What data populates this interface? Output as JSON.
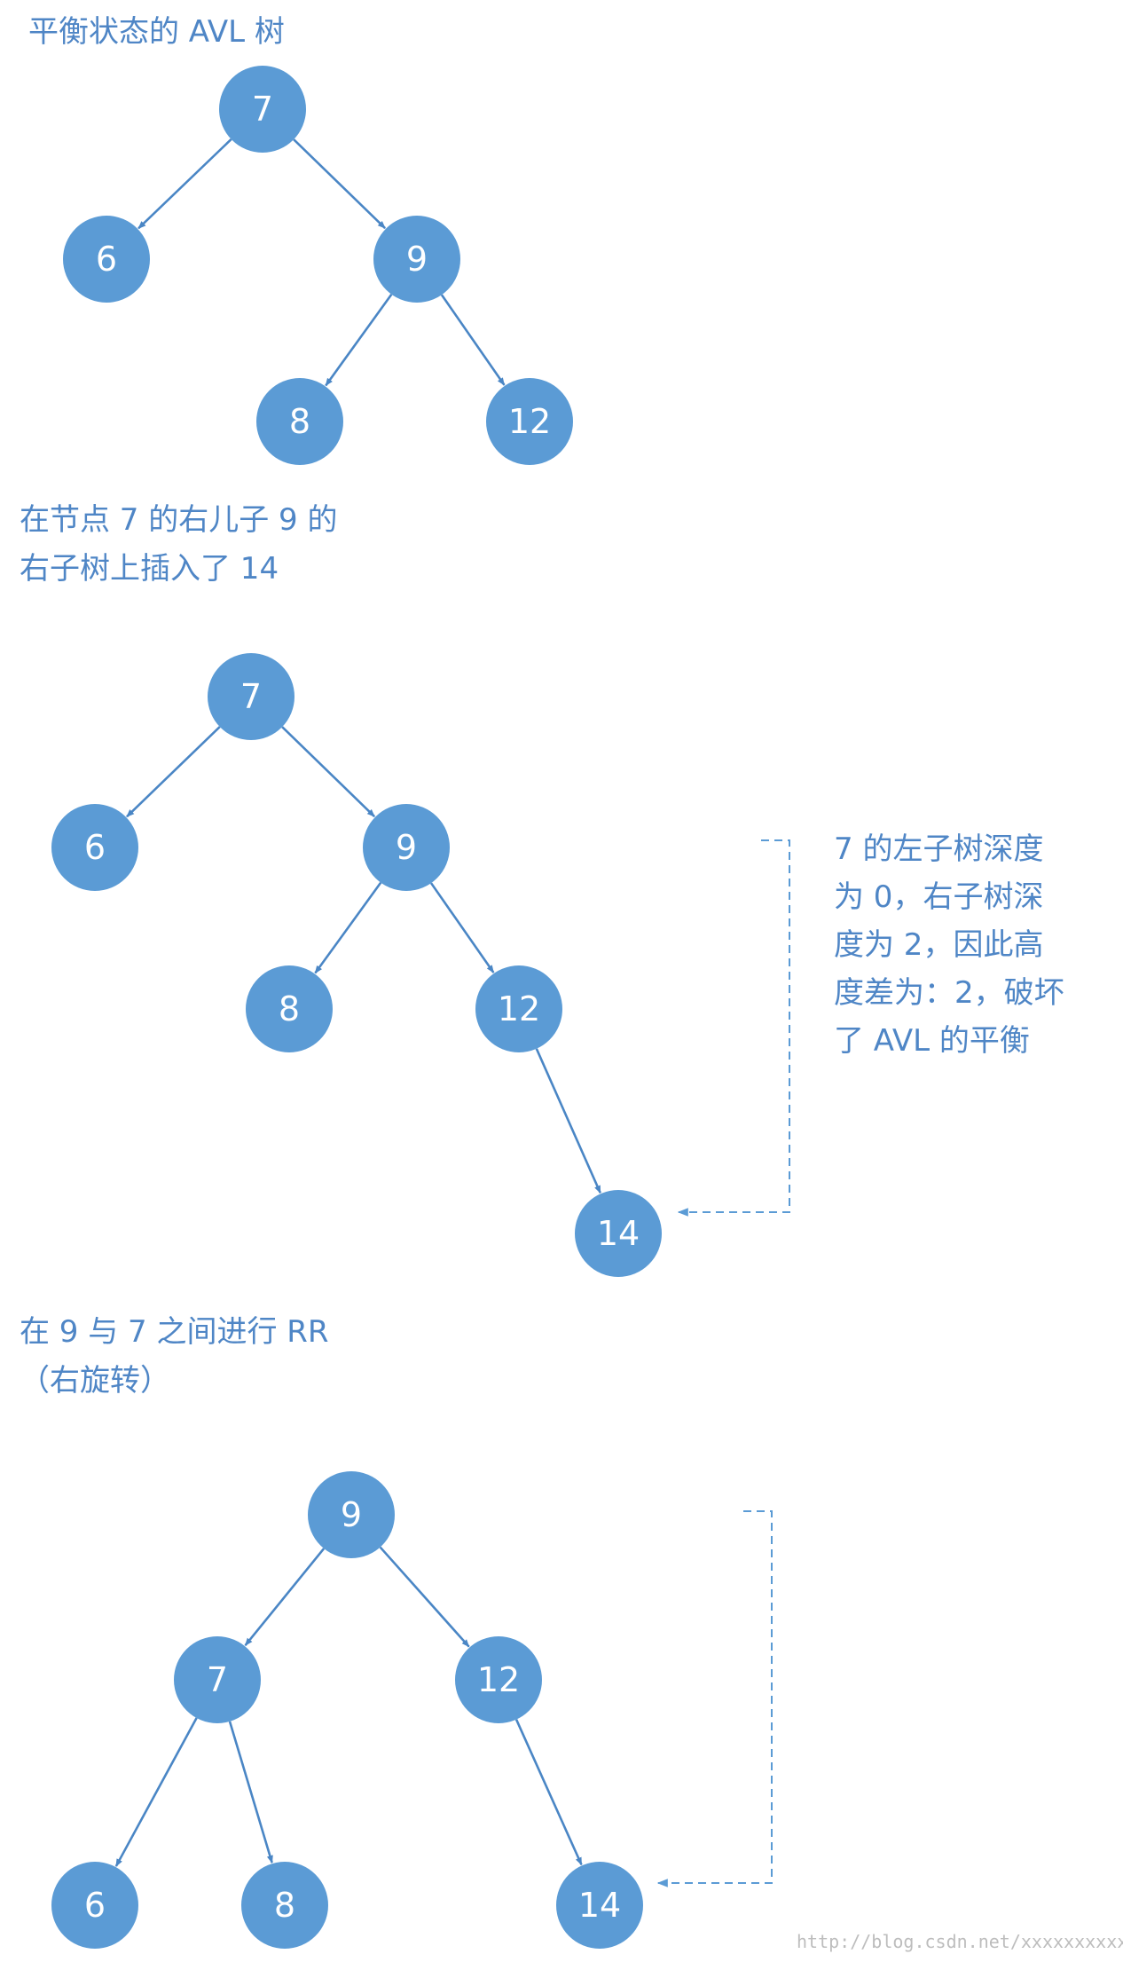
{
  "captions": {
    "c1": "平衡状态的 AVL 树",
    "c2_line1": "在节点 7 的右儿子 9 的",
    "c2_line2": "右子树上插入了 14",
    "c3_line1": "在 9 与 7 之间进行 RR",
    "c3_line2": "（右旋转）"
  },
  "note": {
    "line1": "7 的左子树深度",
    "line2": "为 0，右子树深",
    "line3": "度为 2，因此高",
    "line4": "度差为：2，破坏",
    "line5": "了 AVL 的平衡"
  },
  "watermark": "http://blog.csdn.net/xxxxxxxxxxx",
  "trees": [
    {
      "nodes": [
        {
          "id": "t1-n7",
          "label": "7"
        },
        {
          "id": "t1-n6",
          "label": "6"
        },
        {
          "id": "t1-n9",
          "label": "9"
        },
        {
          "id": "t1-n8",
          "label": "8"
        },
        {
          "id": "t1-n12",
          "label": "12"
        }
      ],
      "edges": [
        [
          "t1-n7",
          "t1-n6"
        ],
        [
          "t1-n7",
          "t1-n9"
        ],
        [
          "t1-n9",
          "t1-n8"
        ],
        [
          "t1-n9",
          "t1-n12"
        ]
      ]
    },
    {
      "nodes": [
        {
          "id": "t2-n7",
          "label": "7"
        },
        {
          "id": "t2-n6",
          "label": "6"
        },
        {
          "id": "t2-n9",
          "label": "9"
        },
        {
          "id": "t2-n8",
          "label": "8"
        },
        {
          "id": "t2-n12",
          "label": "12"
        },
        {
          "id": "t2-n14",
          "label": "14"
        }
      ],
      "edges": [
        [
          "t2-n7",
          "t2-n6"
        ],
        [
          "t2-n7",
          "t2-n9"
        ],
        [
          "t2-n9",
          "t2-n8"
        ],
        [
          "t2-n9",
          "t2-n12"
        ],
        [
          "t2-n12",
          "t2-n14"
        ]
      ]
    },
    {
      "nodes": [
        {
          "id": "t3-n9",
          "label": "9"
        },
        {
          "id": "t3-n7",
          "label": "7"
        },
        {
          "id": "t3-n12",
          "label": "12"
        },
        {
          "id": "t3-n6",
          "label": "6"
        },
        {
          "id": "t3-n8",
          "label": "8"
        },
        {
          "id": "t3-n14",
          "label": "14"
        }
      ],
      "edges": [
        [
          "t3-n9",
          "t3-n7"
        ],
        [
          "t3-n9",
          "t3-n12"
        ],
        [
          "t3-n7",
          "t3-n6"
        ],
        [
          "t3-n7",
          "t3-n8"
        ],
        [
          "t3-n12",
          "t3-n14"
        ]
      ]
    }
  ]
}
